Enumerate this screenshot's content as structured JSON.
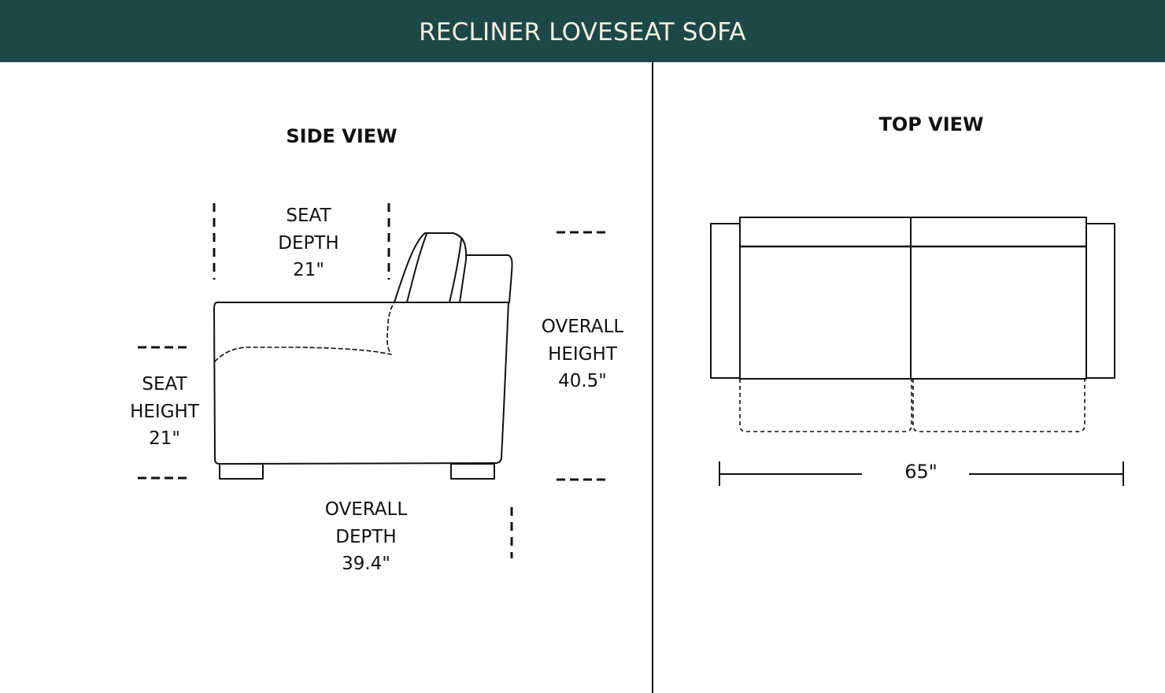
{
  "header": {
    "title": "RECLINER LOVESEAT SOFA",
    "background_color": "#1d4848",
    "text_color": "#f6efdf"
  },
  "side_view": {
    "title": "SIDE VIEW",
    "dimensions": {
      "seat_depth": {
        "line1": "SEAT",
        "line2": "DEPTH",
        "value": "21\""
      },
      "seat_height": {
        "line1": "SEAT",
        "line2": "HEIGHT",
        "value": "21\""
      },
      "overall_height": {
        "line1": "OVERALL",
        "line2": "HEIGHT",
        "value": "40.5\""
      },
      "overall_depth": {
        "line1": "OVERALL",
        "line2": "DEPTH",
        "value": "39.4\""
      }
    }
  },
  "top_view": {
    "title": "TOP VIEW",
    "dimensions": {
      "width": {
        "value": "65\""
      }
    }
  }
}
